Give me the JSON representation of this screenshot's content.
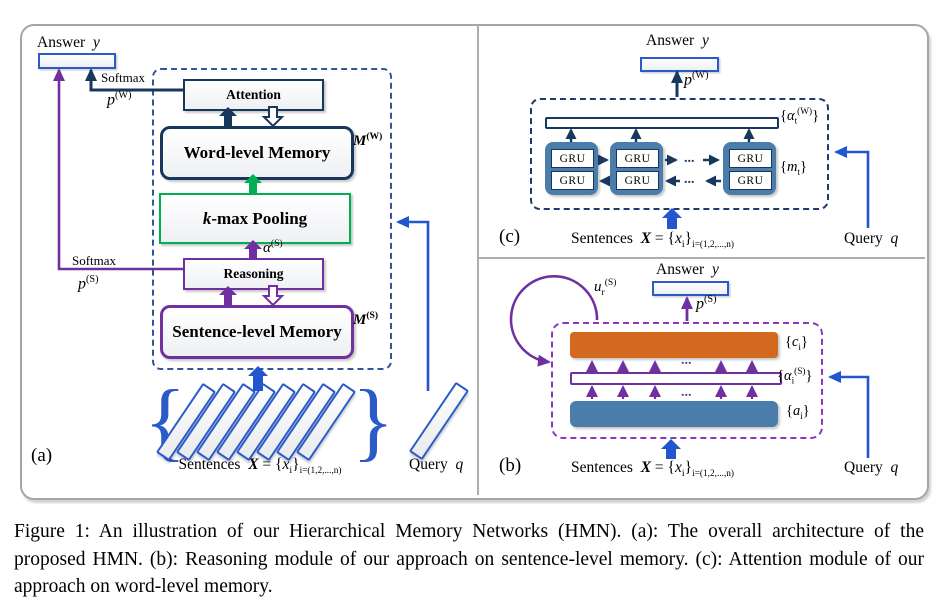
{
  "colors": {
    "navy": "#17375D",
    "purple": "#7030A0",
    "dash_purple": "#8A36C1",
    "blue": "#2156CE",
    "green": "#00B050",
    "steel_blue": "#4B7DAB",
    "orange": "#D2691E",
    "frame_gray": "#A6A6A6",
    "bar_border_blue": "#2B5BC9"
  },
  "shared": {
    "answer": "Answer",
    "answer_var": "y",
    "softmax": "Softmax",
    "sentences": "Sentences",
    "x_var": "X",
    "equals": "=",
    "xi_open": "{",
    "xi_base": "x",
    "xi_sub": "i",
    "xi_close": "}",
    "xi_index": "i=(1,2,...,n)",
    "query": "Query",
    "query_var": "q",
    "dots": "..."
  },
  "panel_a": {
    "tag": "(a)",
    "p_w_base": "p",
    "p_w_sup": "(W)",
    "p_s_base": "p",
    "p_s_sup": "(S)",
    "attention": "Attention",
    "word_memory": "Word-level Memory",
    "m_w_base": "M",
    "m_w_sup": "(W)",
    "kmax_k": "k",
    "kmax_rest": "-max Pooling",
    "alpha_base": "α",
    "alpha_sup": "(S)",
    "reasoning": "Reasoning",
    "sentence_memory": "Sentence-level Memory",
    "m_s_base": "M",
    "m_s_sup": "(S)"
  },
  "panel_c": {
    "tag": "(c)",
    "p_w_base": "p",
    "p_w_sup": "(W)",
    "gru": "GRU",
    "alpha_open": "{",
    "alpha_base": "α",
    "alpha_sub": "t",
    "alpha_sup": "(W)",
    "alpha_close": "}",
    "m_open": "{",
    "m_base": "m",
    "m_sub": "t",
    "m_close": "}"
  },
  "panel_b": {
    "tag": "(b)",
    "p_s_base": "p",
    "p_s_sup": "(S)",
    "u_base": "u",
    "u_sub": "r",
    "u_sup": "(S)",
    "c_open": "{",
    "c_base": "c",
    "c_sub": "i",
    "c_close": "}",
    "alpha_open": "{",
    "alpha_base": "α",
    "alpha_sub": "i",
    "alpha_sup": "(S)",
    "alpha_close": "}",
    "a_open": "{",
    "a_base": "a",
    "a_sub": "i",
    "a_close": "}"
  },
  "caption": {
    "text": "Figure 1: An illustration of our Hierarchical Memory Networks (HMN). (a): The overall architecture of the proposed HMN. (b): Reasoning module of our approach on sentence-level memory. (c): Attention module of our approach on word-level memory."
  }
}
